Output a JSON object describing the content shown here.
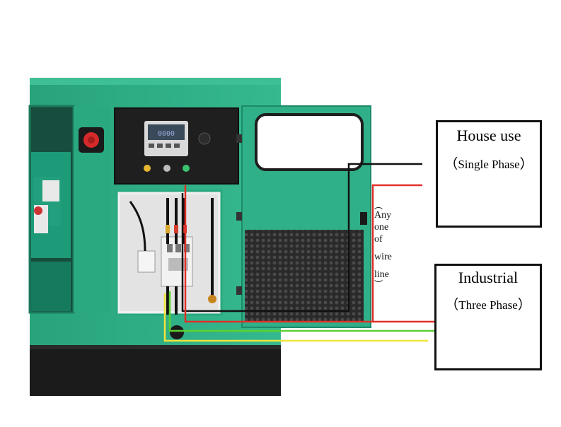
{
  "house_box": {
    "title": "House use",
    "subtitle_open": "（",
    "subtitle": "Single Phase",
    "subtitle_close": "）"
  },
  "industrial_box": {
    "title": "Industrial",
    "subtitle_open": "（",
    "subtitle": "Three Phase",
    "subtitle_close": "）"
  },
  "wire_note": {
    "open": "︵",
    "line1": "Any",
    "line2": "one",
    "line3": "of",
    "line4": "wire",
    "line5": "line",
    "close": "︶"
  },
  "controller": {
    "screen_text": "0000"
  },
  "colors": {
    "cabinet_green": "#2fae86",
    "cabinet_dark_green": "#1f8c69",
    "wire_black": "#111111",
    "wire_red": "#e0302a",
    "wire_green": "#5cd12f",
    "wire_yellow": "#f0e33a",
    "panel_black": "#1c1c1c"
  }
}
